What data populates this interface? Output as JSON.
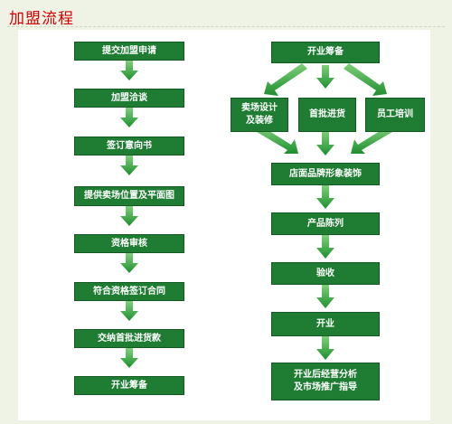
{
  "title": "加盟流程",
  "left_steps": [
    "提交加盟申请",
    "加盟洽谈",
    "签订意向书",
    "提供卖场位置及平面图",
    "资格审核",
    "符合资格签订合同",
    "交纳首批进货款",
    "开业筹备"
  ],
  "right_top": "开业筹备",
  "right_branches": [
    "卖场设计\n及装修",
    "首批进货",
    "员工培训"
  ],
  "right_steps": [
    "店面品牌形象装饰",
    "产品陈列",
    "验收",
    "开业",
    "开业后经营分析\n及市场推广指导"
  ],
  "colors": {
    "box": "#1e7d32",
    "arrow": "#1f9a35",
    "title": "#d40000"
  }
}
